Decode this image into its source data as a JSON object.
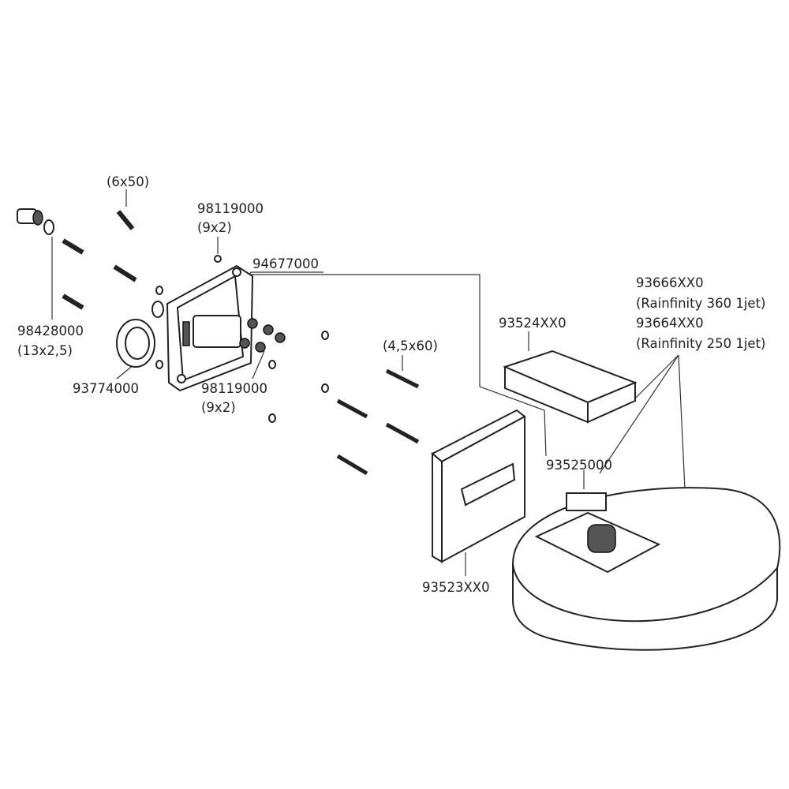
{
  "labels": {
    "screw_top": "(6x50)",
    "washer_top_code": "98119000",
    "washer_top_size": "(9x2)",
    "body_code": "94677000",
    "head360_code": "93666XX0",
    "head360_name": "(Rainfinity 360 1jet)",
    "head250_code": "93664XX0",
    "head250_name": "(Rainfinity 250 1jet)",
    "cover_code": "93524XX0",
    "screw_right": "(4,5x60)",
    "connector_code": "98428000",
    "connector_size": "(13x2,5)",
    "seal_code": "93774000",
    "washer_bottom_code": "98119000",
    "washer_bottom_size": "(9x2)",
    "module_code": "93525000",
    "plate_code": "93523XX0"
  }
}
